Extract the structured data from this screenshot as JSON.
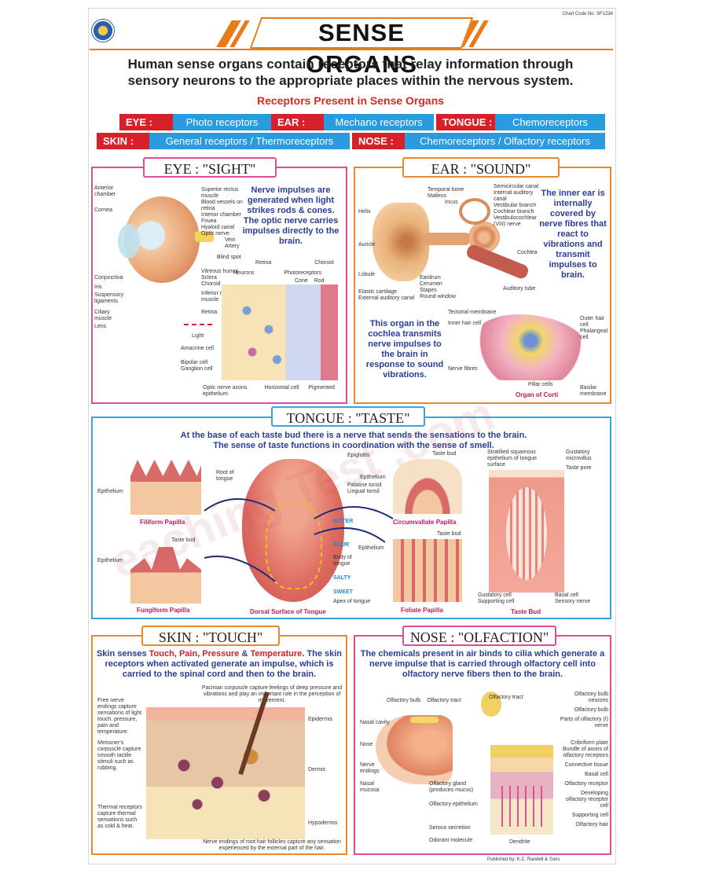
{
  "header": {
    "chart_code": "Chart Code No. SF1234",
    "title": "SENSE ORGANS",
    "intro_line1": "Human sense organs contain receptors that relay information through",
    "intro_line2": "sensory neurons to the appropriate places within the nervous system.",
    "receptors_heading": "Receptors Present in Sense Organs"
  },
  "receptors": [
    {
      "label": "EYE :",
      "value": "Photo receptors"
    },
    {
      "label": "EAR :",
      "value": "Mechano receptors"
    },
    {
      "label": "TONGUE :",
      "value": "Chemoreceptors"
    },
    {
      "label": "SKIN :",
      "value": "General receptors / Thermoreceptors"
    },
    {
      "label": "NOSE :",
      "value": "Chemoreceptors / Olfactory receptors"
    }
  ],
  "eye": {
    "title": "EYE : \"SIGHT\"",
    "blurb": "Nerve impulses are generated when light strikes rods & cones. The optic nerve carries impulses directly to the brain.",
    "labels": [
      "Anterior chamber",
      "Cornea",
      "Conjunctiva",
      "Iris",
      "Suspensory ligaments",
      "Ciliary muscle",
      "Lens",
      "Superior rectus muscle",
      "Blood vessels on retina",
      "Interior chamber",
      "Fovea",
      "Hyaloid canal",
      "Optic nerve",
      "Vein",
      "Artery",
      "Blind spot",
      "Vitreous humor",
      "Sclera",
      "Choroid",
      "Inferior rectus muscle",
      "Retina"
    ],
    "retina_labels": [
      "Retina",
      "Choroid",
      "Neurons",
      "Photoreceptors",
      "Cone",
      "Rod",
      "Light",
      "Amacrine cell",
      "Bipolar cell",
      "Ganglion cell",
      "Optic nerve axons",
      "Horizontal cell",
      "Pigmented epithelium"
    ]
  },
  "ear": {
    "title": "EAR : \"SOUND\"",
    "blurb": "The inner ear is internally covered by nerve fibres that react to vibrations and transmit impulses to brain.",
    "blurb2": "This organ in the cochlea transmits nerve impulses to the brain in response to sound vibrations.",
    "labels": [
      "Temporal bone",
      "Malleus",
      "Incus",
      "Semicircular canal",
      "Internal auditory canal",
      "Vestibular branch",
      "Cochlear branch",
      "Vestibulocochlear (VIII) nerve",
      "Cochlea",
      "Helix",
      "Auricle",
      "Lobule",
      "Eardrum",
      "Cerumen",
      "Stapes",
      "Round window",
      "Auditory tube",
      "Elastic cartilage",
      "External auditory canal"
    ],
    "corti_labels": [
      "Tectorial membrane",
      "Inner hair cell",
      "Outer hair cell",
      "Phalangeal cell",
      "Nerve fibres",
      "Pillar cells",
      "Basilar membrane"
    ],
    "corti_caption": "Organ of Corti"
  },
  "tongue": {
    "title": "TONGUE : \"TASTE\"",
    "blurb_line1": "At the base of each taste bud there is a nerve that sends the sensations to the brain.",
    "blurb_line2": "The sense of taste functions in coordination with the sense of smell.",
    "captions": [
      "Filiform Papilla",
      "Fungiform Papilla",
      "Dorsal Surface of Tongue",
      "Circumvallate Papilla",
      "Foliate Papilla",
      "Taste Bud"
    ],
    "tastes": [
      "BITTER",
      "SOUR",
      "SALTY",
      "SWEET"
    ],
    "labels": [
      "Epiglottis",
      "Root of tongue",
      "Palatine tonsil",
      "Lingual tonsil",
      "Body of tongue",
      "Apex of tongue",
      "Epithelium",
      "Taste bud",
      "Stratified squamous epithelium of tongue surface",
      "Gustatory microvillus",
      "Taste pore",
      "Gustatory cell",
      "Supporting cell",
      "Basal cell",
      "Sensory nerve"
    ]
  },
  "skin": {
    "title": "SKIN : \"TOUCH\"",
    "blurb_prefix": "Skin senses ",
    "sense_touch": "Touch",
    "sense_pain": "Pain",
    "sense_pressure": "Pressure",
    "amp": " & ",
    "sense_temp": "Temperature",
    "blurb_rest": ". The skin receptors when activated generate an impulse, which is carried to the spinal cord and then to the brain.",
    "pacinian": "Pacinian corpuscle capture feelings of deep pressure and vibrations and play an important role in the perception of movement.",
    "free_nerve": "Free nerve endings capture sensations of light touch, pressure, pain and temperature.",
    "meissner": "Meissner's corpuscle capture smooth tactile stimuli such as rubbing.",
    "thermal": "Thermal receptors capture thermal sensations such as cold & heat.",
    "hair": "Nerve endings of root hair follicles capture any sensation experienced by the external part of the hair.",
    "layers": [
      "Epidermis",
      "Dermis",
      "Hypodermis"
    ]
  },
  "nose": {
    "title": "NOSE : \"OLFACTION\"",
    "blurb": "The chemicals present in air binds to cilia which generate a nerve impulse that is carried through olfactory cell into olfactory nerve fibers then to the brain.",
    "labels_left": [
      "Olfactory bulb",
      "Olfactory tract",
      "Nasal cavity",
      "Nose",
      "Nerve endings",
      "Nasal mucosa",
      "Olfactory gland (produces mucus)",
      "Olfactory epithelium",
      "Serous secretion",
      "Odorant molecule",
      "Dendrite"
    ],
    "labels_right": [
      "Olfactory tract",
      "Olfactory bulb neurons",
      "Olfactory bulb",
      "Parts of olfactory (I) nerve",
      "Cribriform plate",
      "Bundle of axons of olfactory receptors",
      "Connective tissue",
      "Basal cell",
      "Olfactory receptor",
      "Developing olfactory receptor cell",
      "Supporting cell",
      "Olfactory hair"
    ]
  },
  "footer": {
    "publisher": "Published by: K.C. Randell & Sons"
  },
  "watermark": "eaching Test .com"
}
